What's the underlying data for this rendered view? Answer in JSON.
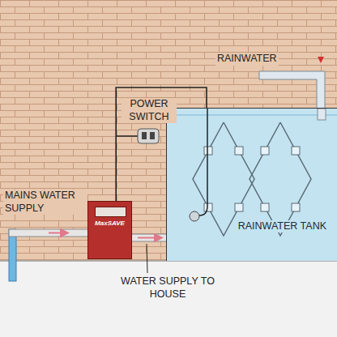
{
  "diagram": {
    "nodes": [
      {
        "text": [
          "RAINWATER TANK"
        ]
      },
      {
        "text": [
          "MaxSAVE"
        ]
      }
    ],
    "edges": [
      {
        "from": 1,
        "to": 0,
        "arrow": "none"
      }
    ],
    "labels": [
      "RAINWATER",
      "POWER SWITCH",
      "MAINS WATER SUPPLY",
      "WATER SUPPLY TO HOUSE"
    ]
  }
}
